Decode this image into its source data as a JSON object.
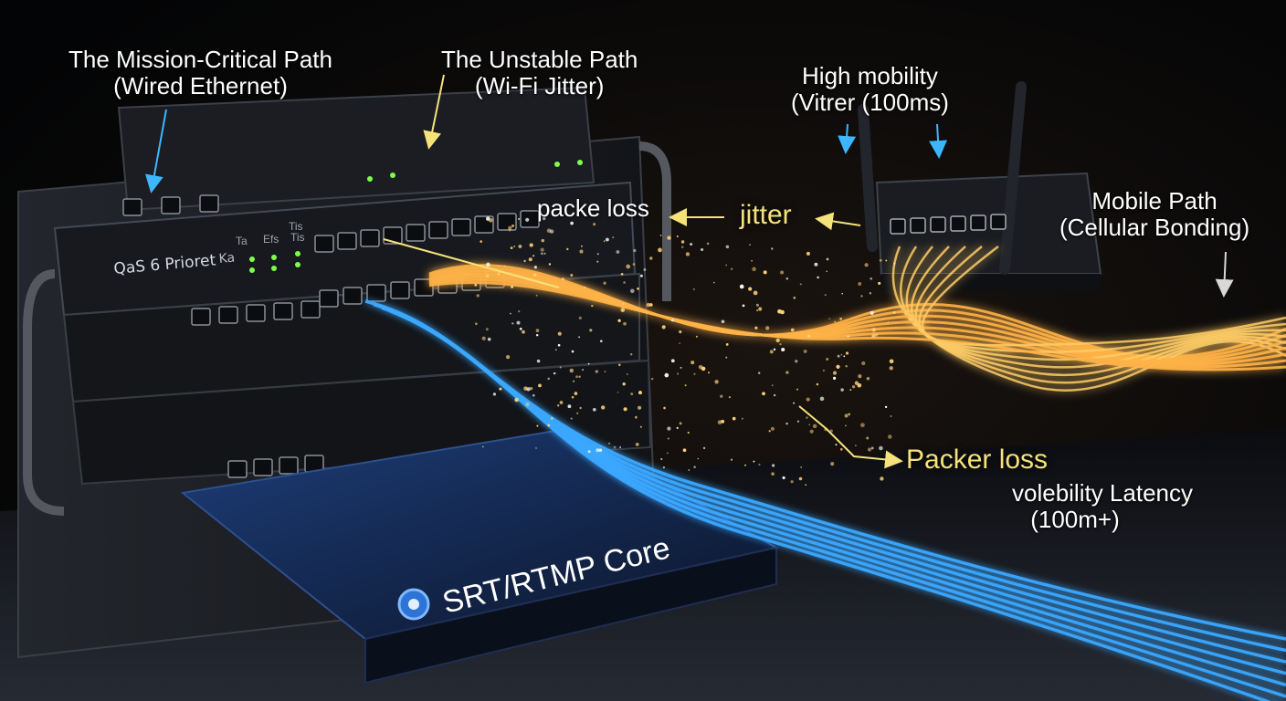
{
  "labels": {
    "mission_critical": {
      "line1": "The Mission-Critical Path",
      "line2": "(Wired Ethernet)"
    },
    "unstable": {
      "line1": "The Unstable Path",
      "line2": "(Wi-Fi Jitter)"
    },
    "high_mobility": {
      "line1": "High mobility",
      "line2": "(Vitrer (100ms)"
    },
    "mobile": {
      "line1": "Mobile Path",
      "line2": "(Cellular Bonding)"
    },
    "packe_loss": "packe loss",
    "jitter": "jitter",
    "packer_loss": "Packer loss",
    "volatility": {
      "line1": "volebility Latency",
      "line2": "(100m+)"
    }
  },
  "device_text": {
    "qos_panel": "QaS 6 Prioret",
    "qos_suffix": "Ka",
    "port_marks": [
      "Ta",
      "Efs",
      "Tis",
      "Tis"
    ],
    "core_label": "SRT/RTMP Core"
  },
  "colors": {
    "background": "#050608",
    "wired_stream": "#3aa8ff",
    "wifi_stream": "#ffb347",
    "annotation_yellow": "#f5e27a",
    "pointer_blue": "#3cb7ff",
    "text_white": "#ffffff"
  }
}
